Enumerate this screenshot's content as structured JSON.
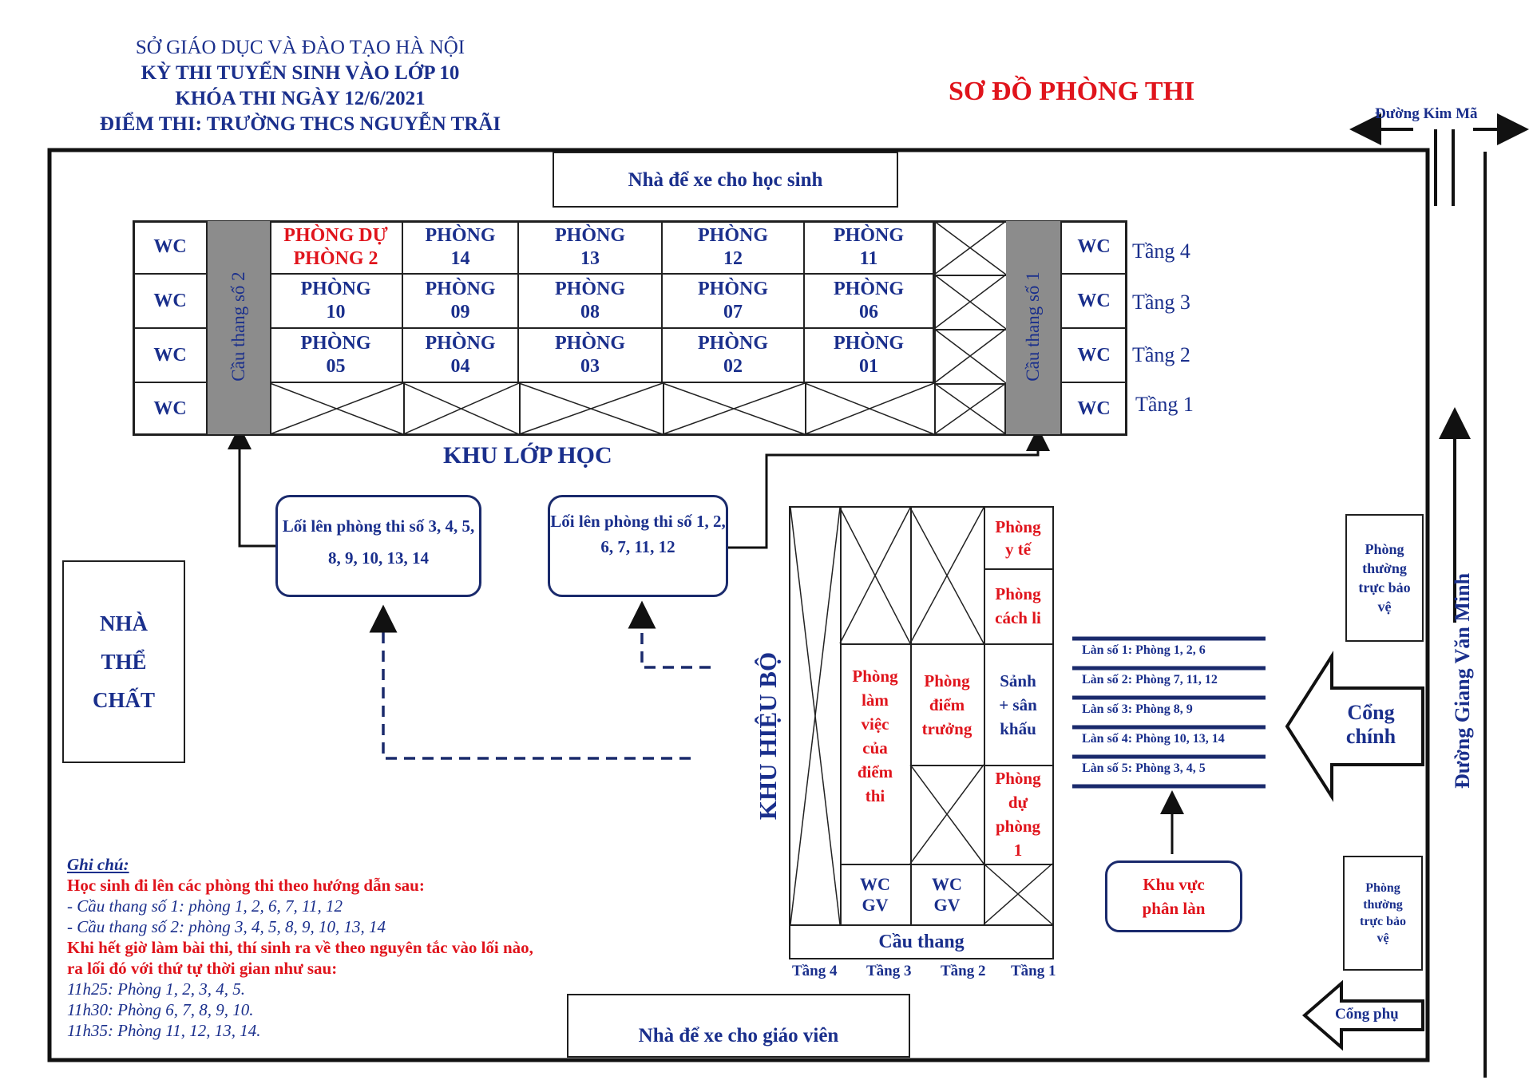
{
  "header": {
    "line1": "SỞ GIÁO DỤC VÀ ĐÀO TẠO HÀ NỘI",
    "line2": "KỲ THI TUYỂN SINH VÀO LỚP 10",
    "line3": "KHÓA THI NGÀY 12/6/2021",
    "line4": "ĐIỂM THI: TRƯỜNG THCS NGUYỄN TRÃI",
    "map_title": "SƠ ĐỒ PHÒNG THI"
  },
  "roads": {
    "kim_ma": "Đường Kim Mã",
    "giang_van_minh": "Đường Giang Văn Minh"
  },
  "parking": {
    "students": "Nhà để xe cho học sinh",
    "teachers": "Nhà để xe cho giáo viên"
  },
  "classroom_block": {
    "label": "KHU LỚP HỌC",
    "wc": "WC",
    "stair_2": "Cầu thang số 2",
    "stair_1": "Cầu thang số 1",
    "floors": [
      "Tầng 4",
      "Tầng 3",
      "Tầng 2",
      "Tầng 1"
    ],
    "floor4": [
      "PHÒNG DỰ PHÒNG 2",
      "PHÒNG 14",
      "PHÒNG 13",
      "PHÒNG 12",
      "PHÒNG 11"
    ],
    "floor3": [
      "PHÒNG 10",
      "PHÒNG 09",
      "PHÒNG 08",
      "PHÒNG 07",
      "PHÒNG 06"
    ],
    "floor2": [
      "PHÒNG 05",
      "PHÒNG 04",
      "PHÒNG 03",
      "PHÒNG 02",
      "PHÒNG 01"
    ]
  },
  "paths": {
    "path_a": "Lối lên  phòng thi số 3, 4, 5, 8, 9, 10, 13, 14",
    "path_b": "Lối lên  phòng thi số 1, 2, 6, 7, 11, 12"
  },
  "gym": "NHÀ THỂ CHẤT",
  "admin_block": {
    "label": "KHU HIỆU BỘ",
    "medical": "Phòng y tế",
    "isolation": "Phòng cách li",
    "work_room": "Phòng làm việc của điểm thi",
    "principal_room": "Phòng điểm trưởng",
    "hall": "Sảnh + sân khấu",
    "reserve_1": "Phòng dự phòng 1",
    "wc_gv": "WC GV",
    "stairs": "Cầu thang",
    "floors": [
      "Tầng 4",
      "Tầng 3",
      "Tầng 2",
      "Tầng 1"
    ]
  },
  "lanes": [
    "Làn số 1: Phòng 1, 2, 6",
    "Làn số 2: Phòng 7, 11, 12",
    "Làn số 3: Phòng 8, 9",
    "Làn số 4: Phòng 10, 13, 14",
    "Làn số 5: Phòng 3, 4, 5"
  ],
  "lane_area": "Khu vực phân làn",
  "gates": {
    "main": "Cổng chính",
    "side": "Cổng phụ",
    "guard": "Phòng thường trực bảo vệ"
  },
  "notes": {
    "title": "Ghi chú:",
    "line1": "Học sinh  đi lên các phòng thi theo hướng dẫn sau:",
    "line2": "- Cầu thang số 1: phòng 1, 2, 6, 7, 11, 12",
    "line3": "- Cầu thang số 2: phòng 3, 4, 5, 8, 9, 10, 13, 14",
    "line4": "Khi hết giờ làm bài thi, thí sinh ra về theo nguyên tắc vào lối nào, ra lối đó với thứ tự thời gian như sau:",
    "line5": "11h25: Phòng 1, 2, 3, 4, 5.",
    "line6": "11h30: Phòng 6, 7, 8, 9, 10.",
    "line7": "11h35: Phòng 11, 12, 13, 14."
  },
  "colors": {
    "navy": "#1a2f8c",
    "red": "#e0141c",
    "stair_gray": "#8c8c8c"
  }
}
